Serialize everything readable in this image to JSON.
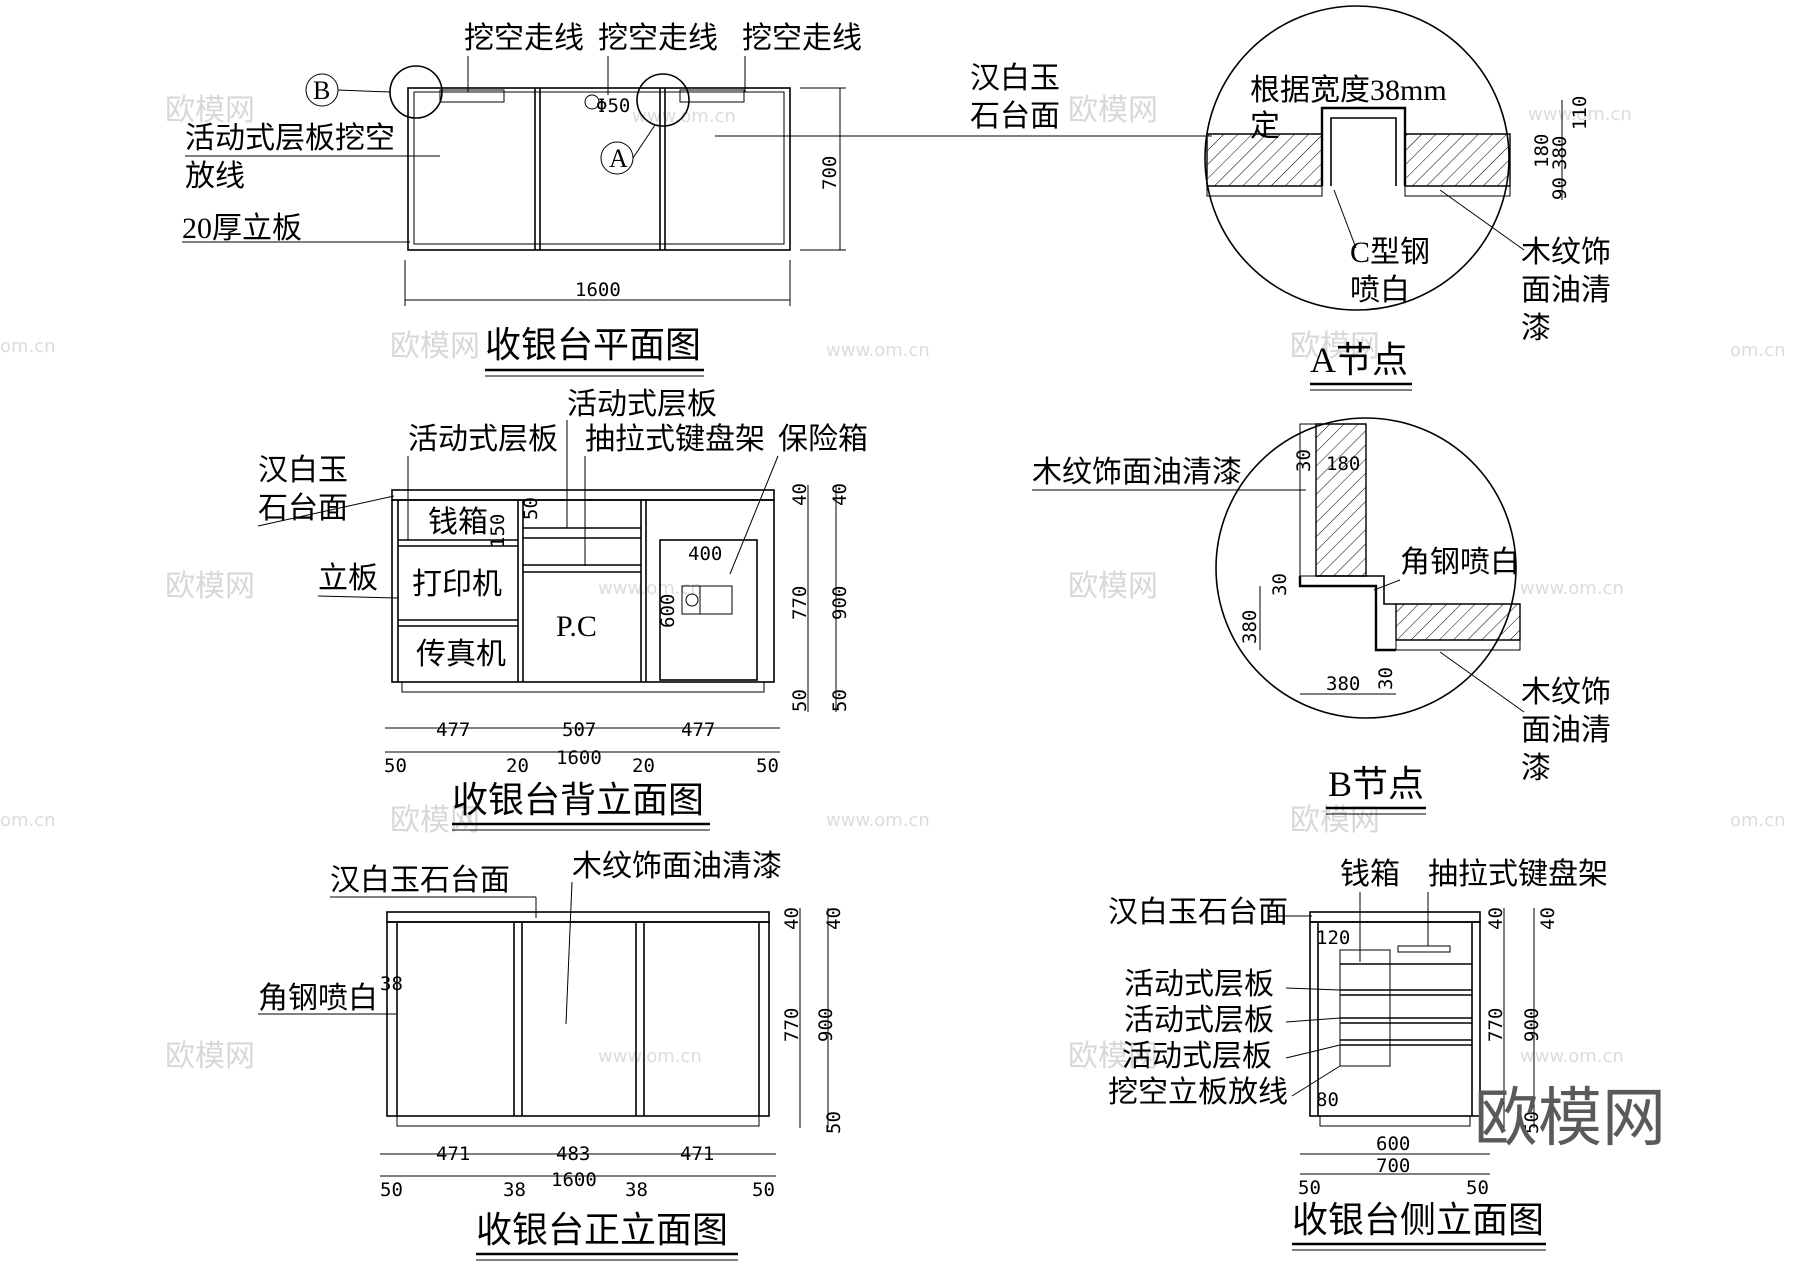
{
  "plan": {
    "title": "收银台平面图",
    "labels": {
      "hollow1": "挖空走线",
      "hollow2": "挖空走线",
      "hollow3": "挖空走线",
      "shelf_hollow_1": "活动式层板挖空",
      "shelf_hollow_2": "放线",
      "panel20": "20厚立板",
      "marble_1": "汉白玉",
      "marble_2": "石台面",
      "hole": "Φ50",
      "callout_a": "A",
      "callout_b": "B"
    },
    "dims": {
      "width": "1600",
      "depth": "700"
    }
  },
  "node_a": {
    "title": "A节点",
    "labels": {
      "width_1": "根据宽度38mm",
      "width_2": "定",
      "csteel_1": "C型钢",
      "csteel_2": "喷白",
      "wood_1": "木纹饰",
      "wood_2": "面油清",
      "wood_3": "漆"
    },
    "dims": {
      "d110": "110",
      "d180": "180",
      "d380": "380",
      "d90": "90"
    }
  },
  "back": {
    "title": "收银台背立面图",
    "labels": {
      "shelf_a": "活动式层板",
      "shelf_b": "活动式层板",
      "keyboard": "抽拉式键盘架",
      "safe": "保险箱",
      "marble_1": "汉白玉",
      "marble_2": "石台面",
      "riser": "立板",
      "cashbox": "钱箱",
      "printer": "打印机",
      "fax": "传真机",
      "pc": "P.C"
    },
    "dims": {
      "c1": "477",
      "c2": "507",
      "c3": "477",
      "e1": "50",
      "g1": "20",
      "total": "1600",
      "g2": "20",
      "e2": "50",
      "h40": "40",
      "h40b": "40",
      "h770": "770",
      "h900": "900",
      "h50": "50",
      "h50b": "50",
      "d50": "50",
      "d150": "150",
      "safe_w": "400",
      "safe_h": "600"
    }
  },
  "node_b": {
    "title": "B节点",
    "labels": {
      "wood_top": "木纹饰面油清漆",
      "angle": "角钢喷白",
      "wood_1": "木纹饰",
      "wood_2": "面油清",
      "wood_3": "漆"
    },
    "dims": {
      "d180": "180",
      "d30a": "30",
      "d30b": "30",
      "d380v": "380",
      "d380h": "380",
      "d30c": "30"
    }
  },
  "front": {
    "title": "收银台正立面图",
    "labels": {
      "marble": "汉白玉石台面",
      "wood": "木纹饰面油清漆",
      "angle": "角钢喷白",
      "d38": "38"
    },
    "dims": {
      "c1": "471",
      "c2": "483",
      "c3": "471",
      "e1": "50",
      "g1": "38",
      "total": "1600",
      "g2": "38",
      "e2": "50",
      "h40": "40",
      "h40b": "40",
      "h770": "770",
      "h900": "900",
      "h50": "50"
    }
  },
  "side": {
    "title": "收银台侧立面图",
    "labels": {
      "cashbox": "钱箱",
      "keyboard": "抽拉式键盘架",
      "marble": "汉白玉石台面",
      "shelf1": "活动式层板",
      "shelf2": "活动式层板",
      "shelf3": "活动式层板",
      "hollow": "挖空立板放线"
    },
    "dims": {
      "d120": "120",
      "d80": "80",
      "w600": "600",
      "w700": "700",
      "e1": "50",
      "e2": "50",
      "h40": "40",
      "h40b": "40",
      "h770": "770",
      "h900": "900",
      "h50": "50"
    }
  },
  "watermark": {
    "site": "www.om.cn",
    "cn": "欧模网",
    "url_short": "om.cn",
    "brand": "欧模网"
  }
}
